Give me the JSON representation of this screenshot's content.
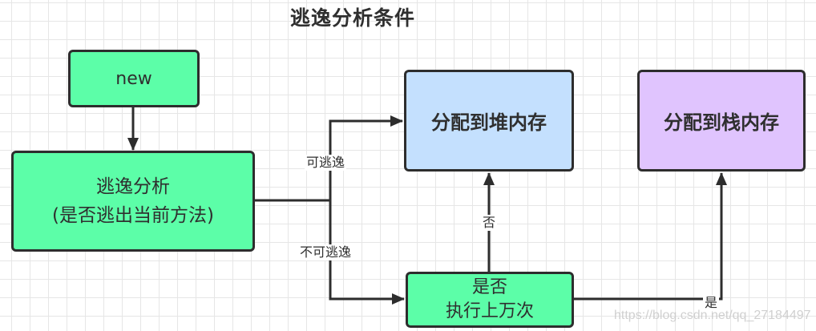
{
  "title": "逃逸分析条件",
  "nodes": {
    "new": {
      "label": "new",
      "color": "#5cfea8"
    },
    "escape_analysis": {
      "label": "逃逸分析\n(是否逃出当前方法)",
      "color": "#5cfea8"
    },
    "heap": {
      "label": "分配到堆内存",
      "color": "#c4e0fe"
    },
    "stack": {
      "label": "分配到栈内存",
      "color": "#e0c4fe"
    },
    "check": {
      "label": "是否\n执行上万次",
      "color": "#5cfea8"
    }
  },
  "edges": {
    "can_escape": "可逃逸",
    "cannot_escape": "不可逃逸",
    "no": "否",
    "yes": "是"
  },
  "watermark": "https://blog.csdn.net/qq_27184497"
}
